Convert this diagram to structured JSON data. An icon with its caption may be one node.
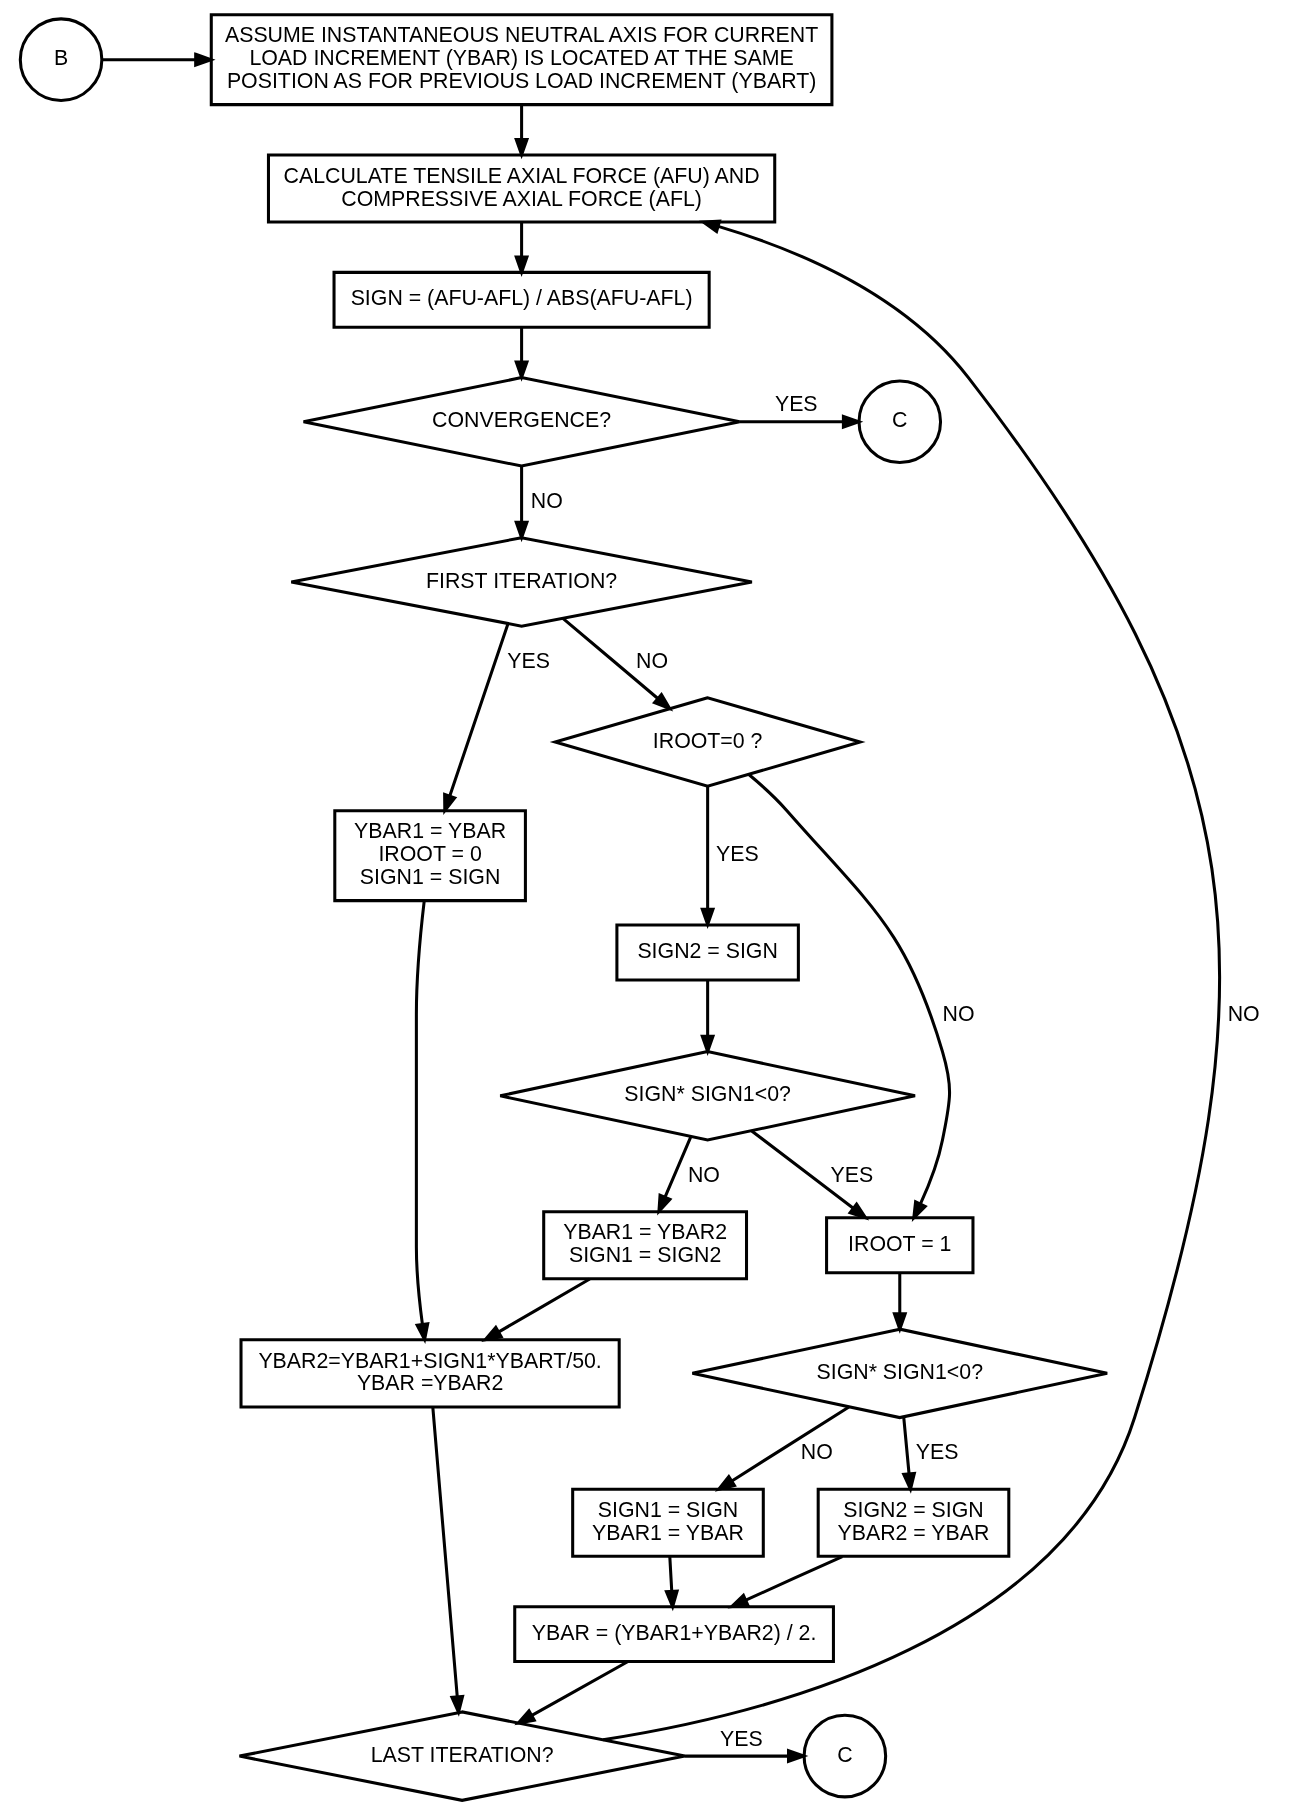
{
  "diagram": {
    "nodes": [
      {
        "text": [
          "B"
        ]
      },
      {
        "text": [
          "ASSUME INSTANTANEOUS NEUTRAL AXIS FOR CURRENT LOAD INCREMENT (YBAR) IS LOCATED AT THE SAME POSITION AS FOR PREVIOUS LOAD INCREMENT (YBART)"
        ]
      },
      {
        "text": [
          "CALCULATE TENSILE AXIAL FORCE (AFU) AND COMPRESSIVE AXIAL FORCE (AFL)"
        ]
      },
      {
        "text": [
          "SIGN = (AFU-AFL) / ABS(AFU-AFL)"
        ]
      },
      {
        "text": [
          "CONVERGENCE?"
        ]
      },
      {
        "text": [
          "C"
        ]
      },
      {
        "text": [
          "FIRST ITERATION?"
        ]
      },
      {
        "text": [
          "IROOT=0 ?"
        ]
      },
      {
        "text": [
          "YBAR1 = YBAR",
          "IROOT = 0",
          "SIGN1 = SIGN"
        ]
      },
      {
        "text": [
          "SIGN2 = SIGN"
        ]
      },
      {
        "text": [
          "SIGN* SIGN1<0?"
        ]
      },
      {
        "text": [
          "IROOT = 1"
        ]
      },
      {
        "text": [
          "YBAR1 = YBAR2",
          "SIGN1 = SIGN2"
        ]
      },
      {
        "text": [
          "SIGN* SIGN1<0?"
        ]
      },
      {
        "text": [
          "YBAR2=YBAR1+SIGN1*YBART/50.",
          "YBAR =YBAR2"
        ]
      },
      {
        "text": [
          "SIGN1 = SIGN",
          "YBAR1 = YBAR"
        ]
      },
      {
        "text": [
          "SIGN2 = SIGN",
          "YBAR2 = YBAR"
        ]
      },
      {
        "text": [
          "YBAR = (YBAR1+YBAR2) / 2."
        ]
      },
      {
        "text": [
          "LAST ITERATION?"
        ]
      },
      {
        "text": [
          "C"
        ]
      }
    ],
    "edges": [
      {
        "from": 0,
        "to": 1,
        "arrow": "to"
      },
      {
        "from": 1,
        "to": 2,
        "arrow": "to"
      },
      {
        "from": 2,
        "to": 3,
        "arrow": "to"
      },
      {
        "from": 3,
        "to": 4,
        "arrow": "to"
      },
      {
        "from": 4,
        "to": 5,
        "arrow": "to",
        "label": "YES"
      },
      {
        "from": 4,
        "to": 6,
        "arrow": "to",
        "label": "NO"
      },
      {
        "from": 6,
        "to": 8,
        "arrow": "to",
        "label": "YES"
      },
      {
        "from": 6,
        "to": 7,
        "arrow": "to",
        "label": "NO"
      },
      {
        "from": 7,
        "to": 9,
        "arrow": "to",
        "label": "YES"
      },
      {
        "from": 7,
        "to": 11,
        "arrow": "to",
        "label": "NO"
      },
      {
        "from": 9,
        "to": 10,
        "arrow": "to"
      },
      {
        "from": 10,
        "to": 11,
        "arrow": "to",
        "label": "YES"
      },
      {
        "from": 10,
        "to": 12,
        "arrow": "to",
        "label": "NO"
      },
      {
        "from": 11,
        "to": 13,
        "arrow": "to"
      },
      {
        "from": 13,
        "to": 15,
        "arrow": "to",
        "label": "NO"
      },
      {
        "from": 13,
        "to": 16,
        "arrow": "to",
        "label": "YES"
      },
      {
        "from": 8,
        "to": 14,
        "arrow": "to"
      },
      {
        "from": 12,
        "to": 14,
        "arrow": "to"
      },
      {
        "from": 15,
        "to": 17,
        "arrow": "to"
      },
      {
        "from": 16,
        "to": 17,
        "arrow": "to"
      },
      {
        "from": 14,
        "to": 18,
        "arrow": "to"
      },
      {
        "from": 17,
        "to": 18,
        "arrow": "to"
      },
      {
        "from": 18,
        "to": 19,
        "arrow": "to",
        "label": "YES"
      },
      {
        "from": 18,
        "to": 2,
        "arrow": "to",
        "label": "NO"
      }
    ]
  }
}
